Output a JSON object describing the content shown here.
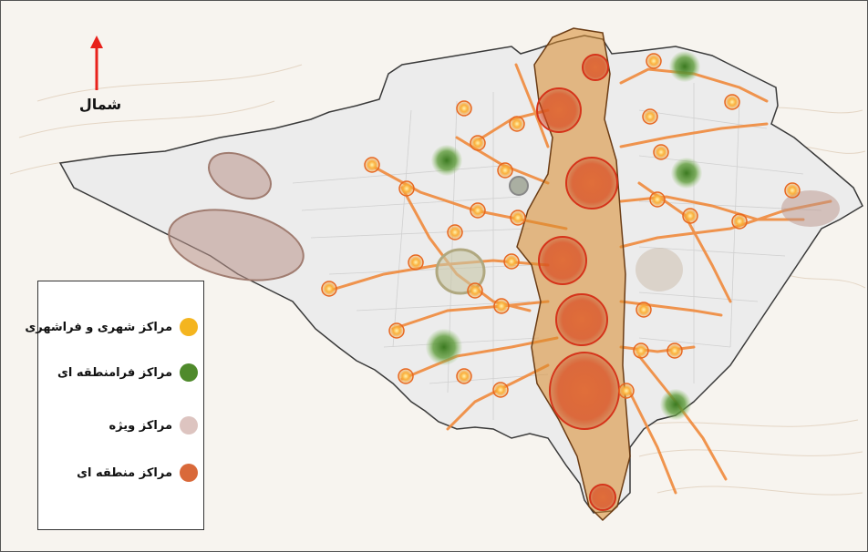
{
  "north_arrow": {
    "label": "شمال",
    "color": "#e8211b"
  },
  "legend": {
    "items": [
      {
        "label": "مراکز شهری و فراشهری",
        "color": "#f4b51f"
      },
      {
        "label": "مراکز فرامنطقه ای",
        "color": "#4f8a2b"
      },
      {
        "label": "مراکز ویژه",
        "color": "#ddc4c0"
      },
      {
        "label": "مراکز منطقه ای",
        "color": "#d9693a"
      }
    ]
  },
  "colors": {
    "city_fill": "#ececec",
    "city_border": "#3a3a3a",
    "road": "#f08a3c",
    "local_center": "#f7a928",
    "corridor": "#d98a2b",
    "regional": "#d9481e",
    "supra_regional": "#4f8a2b",
    "special": "#b9938a"
  }
}
